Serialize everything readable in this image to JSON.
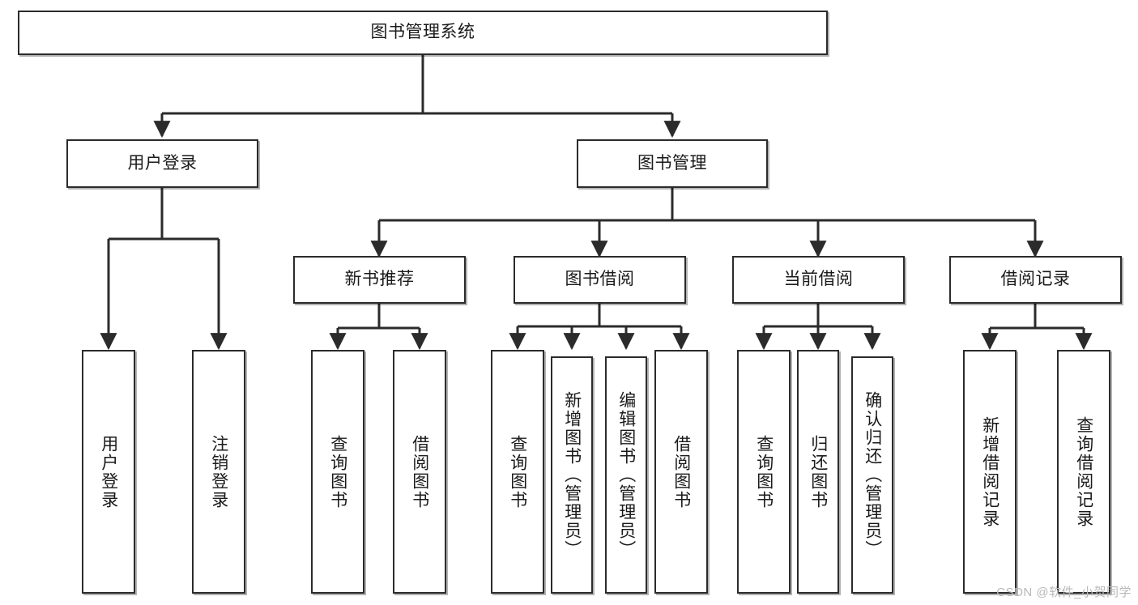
{
  "diagram": {
    "title": "图书管理系统",
    "type": "tree",
    "background_color": "#ffffff",
    "node_border_color": "#2b2b2b",
    "node_fill_color": "#ffffff",
    "edge_color": "#2b2b2b",
    "nodes": {
      "root": {
        "label": "图书管理系统"
      },
      "l1": [
        {
          "label": "用户登录"
        },
        {
          "label": "图书管理"
        }
      ],
      "l2": [
        {
          "label": "新书推荐"
        },
        {
          "label": "图书借阅"
        },
        {
          "label": "当前借阅"
        },
        {
          "label": "借阅记录"
        }
      ],
      "leaves_user_login": [
        {
          "label": "用户登录"
        },
        {
          "label": "注销登录"
        }
      ],
      "leaves_new_book": [
        {
          "label": "查询图书"
        },
        {
          "label": "借阅图书"
        }
      ],
      "leaves_borrow": [
        {
          "label": "查询图书"
        },
        {
          "label": "新增图书（管理员）"
        },
        {
          "label": "编辑图书（管理员）"
        },
        {
          "label": "借阅图书"
        }
      ],
      "leaves_current": [
        {
          "label": "查询图书"
        },
        {
          "label": "归还图书"
        },
        {
          "label": "确认归还（管理员）"
        }
      ],
      "leaves_record": [
        {
          "label": "新增借阅记录"
        },
        {
          "label": "查询借阅记录"
        }
      ]
    }
  },
  "watermark": {
    "text": "CSDN @软件_小贺同学"
  }
}
